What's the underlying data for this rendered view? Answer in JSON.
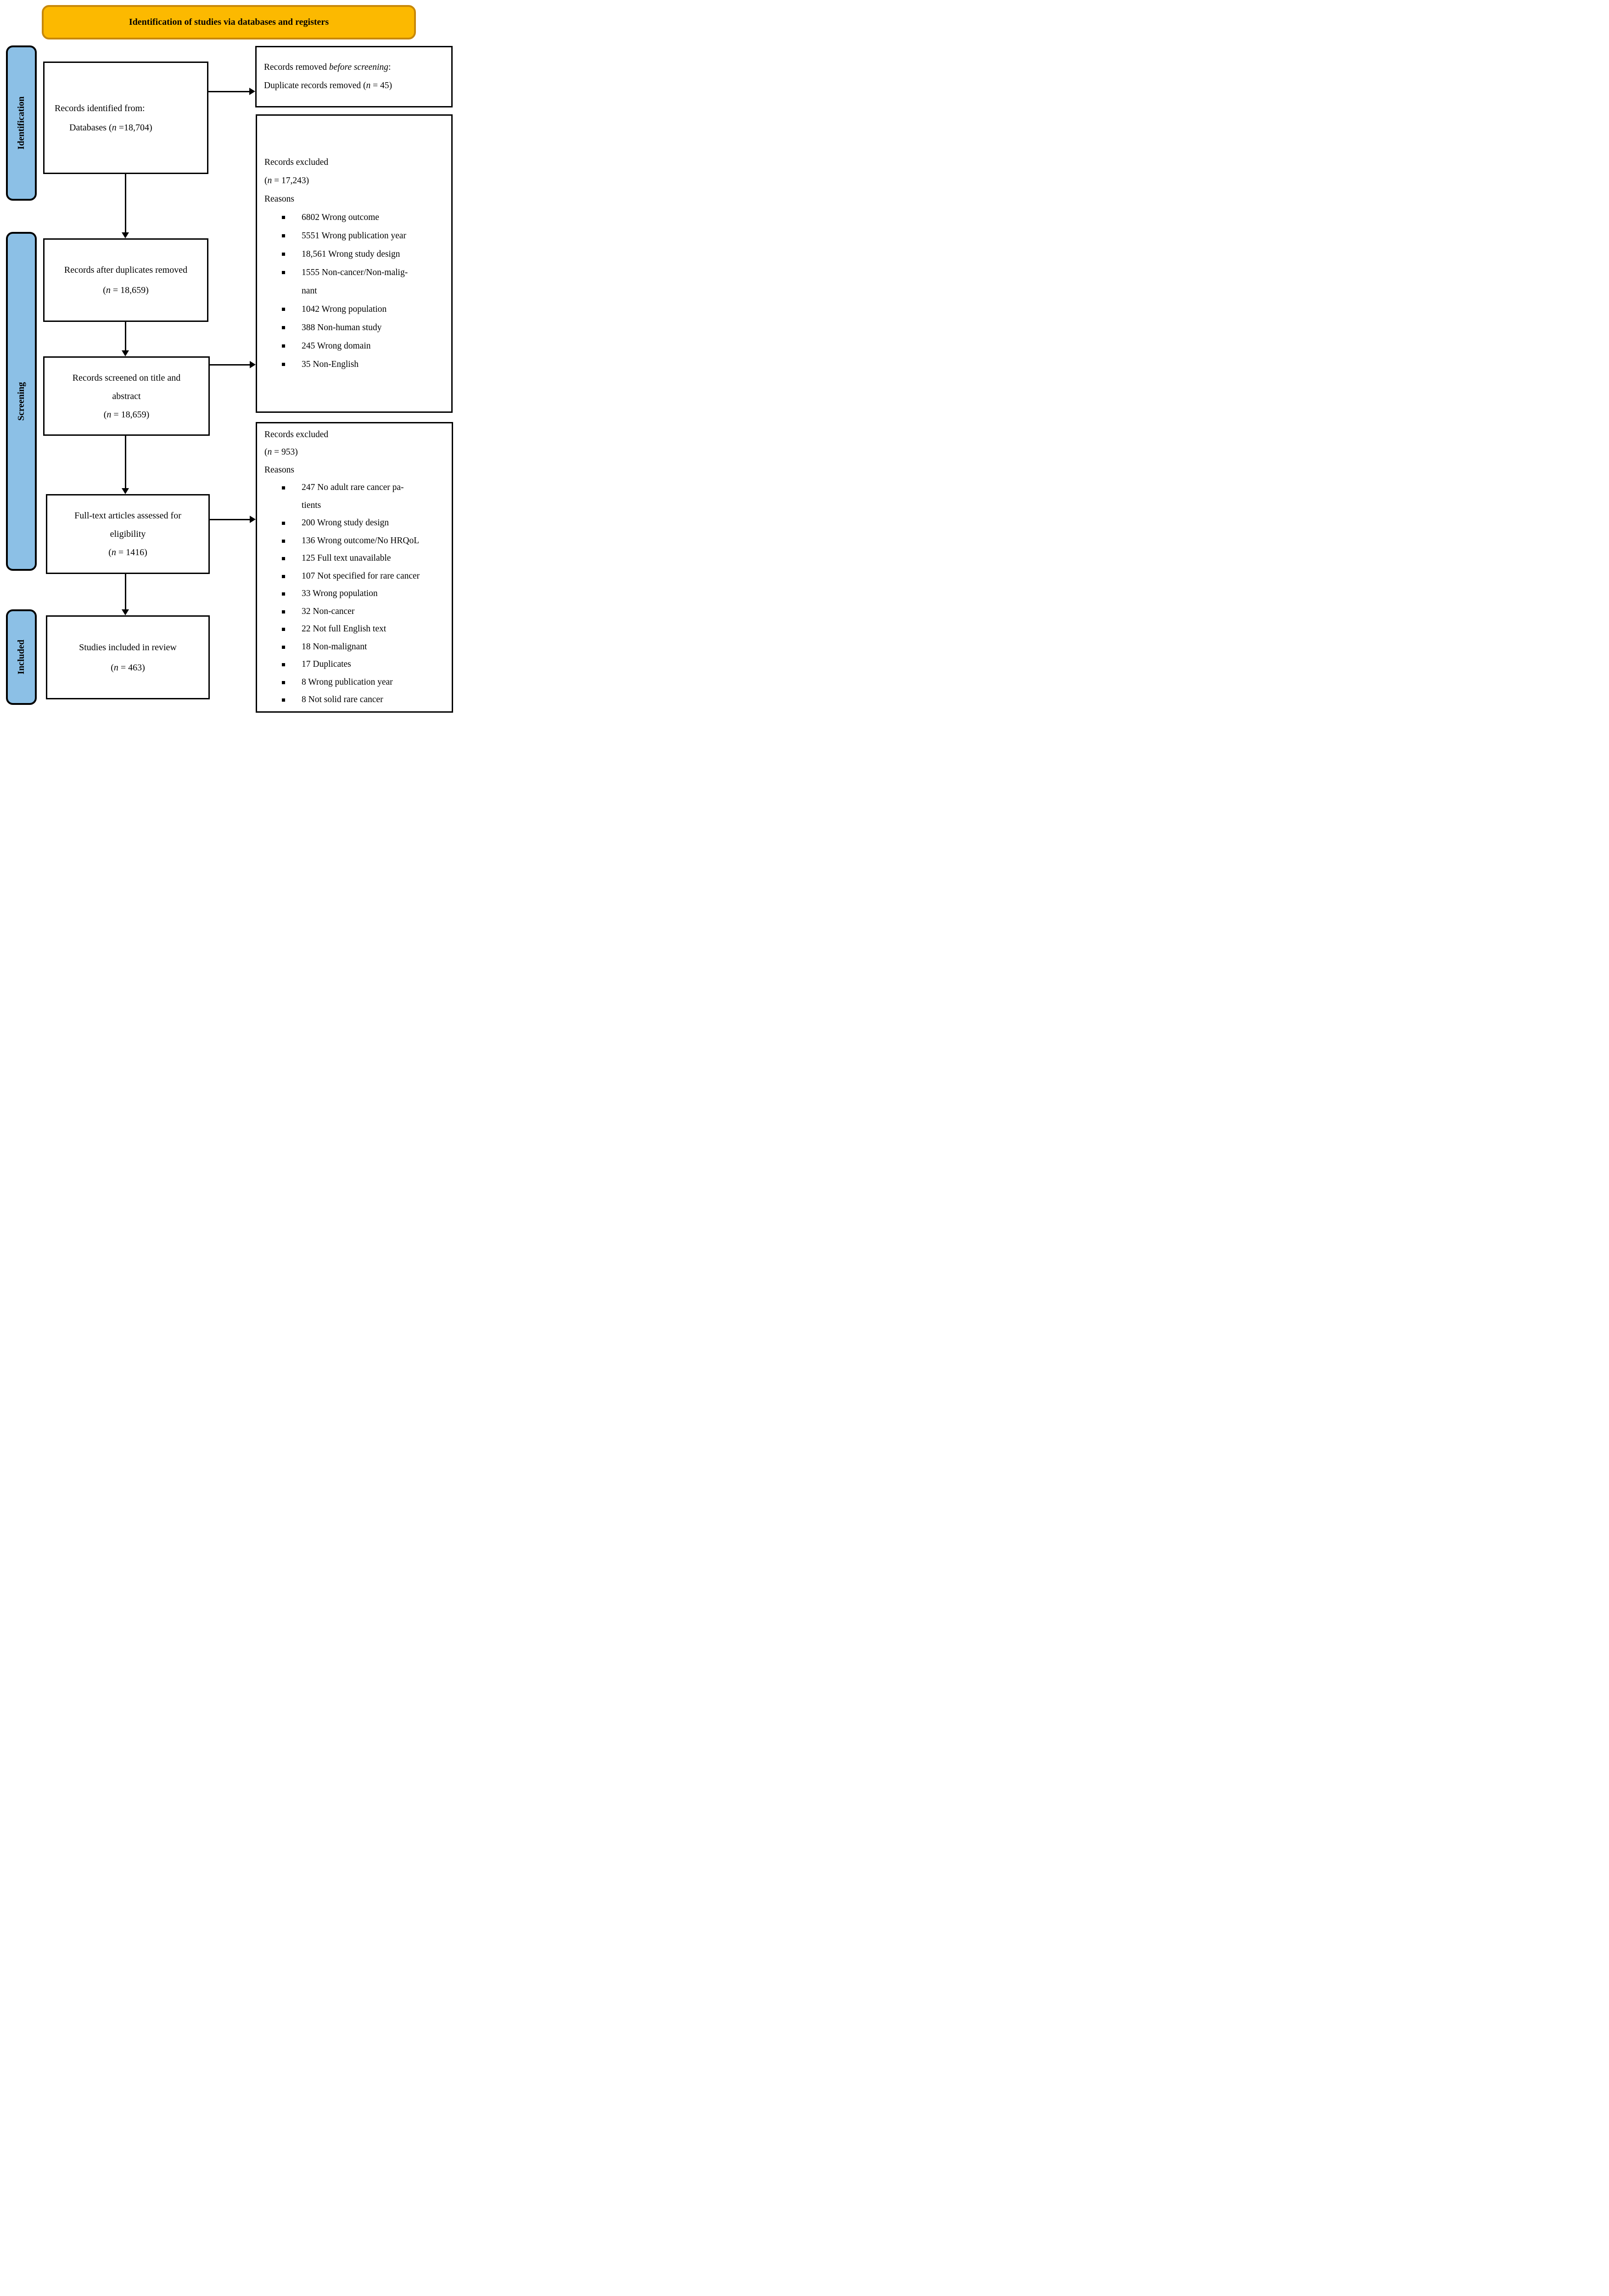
{
  "banner": {
    "title": "Identification of studies via databases and registers"
  },
  "sidebar": {
    "identification_label": "Identification",
    "screening_label": "Screening",
    "included_label": "Included"
  },
  "flow": {
    "box1": {
      "line1": "Records identified from:",
      "line2": "Databases (n =18,704)"
    },
    "box2": {
      "line1": "Records after duplicates removed",
      "line2": "(n = 18,659)"
    },
    "box3": {
      "line1": "Records screened on title and",
      "line2": "abstract",
      "line3": "(n = 18,659)"
    },
    "box4": {
      "line1": "Full-text articles assessed for",
      "line2": "eligibility",
      "line3": "(n = 1416)"
    },
    "box5": {
      "line1": "Studies included in review",
      "line2": "(n = 463)"
    }
  },
  "right_box1": {
    "line1_prefix": "Records removed ",
    "line1_italic": "before screening",
    "line1_suffix": ":",
    "line2": "Duplicate records removed (n = 45)"
  },
  "right_box2": {
    "title": "Records excluded",
    "count": "(n = 17,243)",
    "reasons_label": "Reasons",
    "reasons": [
      "6802 Wrong outcome",
      "5551 Wrong publication year",
      "18,561 Wrong study design",
      "1555 Non-cancer/Non-malig-\nnant",
      "1042 Wrong population",
      "388 Non-human study",
      "245 Wrong domain",
      "35 Non-English"
    ]
  },
  "right_box3": {
    "title": "Records excluded",
    "count": "(n = 953)",
    "reasons_label": "Reasons",
    "reasons": [
      "247 No adult rare cancer pa-\ntients",
      "200 Wrong study design",
      "136 Wrong outcome/No HRQoL",
      "125 Full text unavailable",
      "107 Not specified for rare cancer",
      "33 Wrong population",
      "32 Non-cancer",
      "22 Not full English text",
      "18 Non-malignant",
      "17 Duplicates",
      "8 Wrong publication year",
      "8 Not solid rare cancer"
    ]
  },
  "colors": {
    "banner_fill": "#FCB900",
    "banner_border": "#C7880A",
    "sidebar_fill": "#8CC0E6",
    "box_border": "#000000",
    "text": "#000000"
  }
}
